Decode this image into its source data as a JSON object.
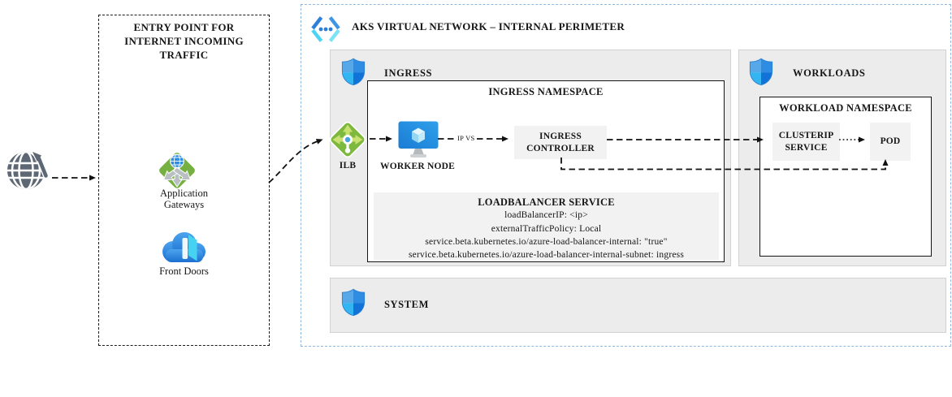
{
  "diagram": {
    "entry_panel": {
      "title": "ENTRY POINT FOR INTERNET INCOMING TRAFFIC",
      "application_gateways_label": "Application Gateways",
      "front_doors_label": "Front Doors"
    },
    "aks_panel": {
      "title": "AKS VIRTUAL NETWORK – INTERNAL PERIMETER",
      "ingress": {
        "section_label": "INGRESS",
        "namespace_title": "INGRESS NAMESPACE",
        "ilb_label": "ILB",
        "worker_node_label": "WORKER NODE",
        "ipvs_label": "IP VS",
        "ingress_controller_label": "INGRESS CONTROLLER",
        "loadbalancer_service": {
          "title": "LOADBALANCER SERVICE",
          "lines": [
            "loadBalancerIP: <ip>",
            "externalTrafficPolicy: Local",
            "service.beta.kubernetes.io/azure-load-balancer-internal: \"true\"",
            "service.beta.kubernetes.io/azure-load-balancer-internal-subnet: ingress"
          ]
        }
      },
      "workloads": {
        "section_label": "WORKLOADS",
        "namespace_title": "WORKLOAD NAMESPACE",
        "clusterip_label": "CLUSTERIP SERVICE",
        "pod_label": "POD"
      },
      "system": {
        "section_label": "SYSTEM"
      }
    },
    "colors": {
      "perimeter_border": "#90b9e2",
      "panel_gray": "#ececec",
      "inner_box_gray": "#f2f2f2",
      "shield_blue_light": "#57a8e8",
      "shield_blue_dark": "#1173d8",
      "load_balancer_green": "#7db83f",
      "app_gateway_green": "#76b041",
      "worker_node_blue": "#1e86d8",
      "front_door_cloud_blue": "#2f8ce4",
      "internet_globe_gray": "#5d6874",
      "vnet_icon_blue": "#2e7fd8",
      "vnet_icon_cyan": "#4cd5f2",
      "arrow_black": "#111111"
    }
  }
}
